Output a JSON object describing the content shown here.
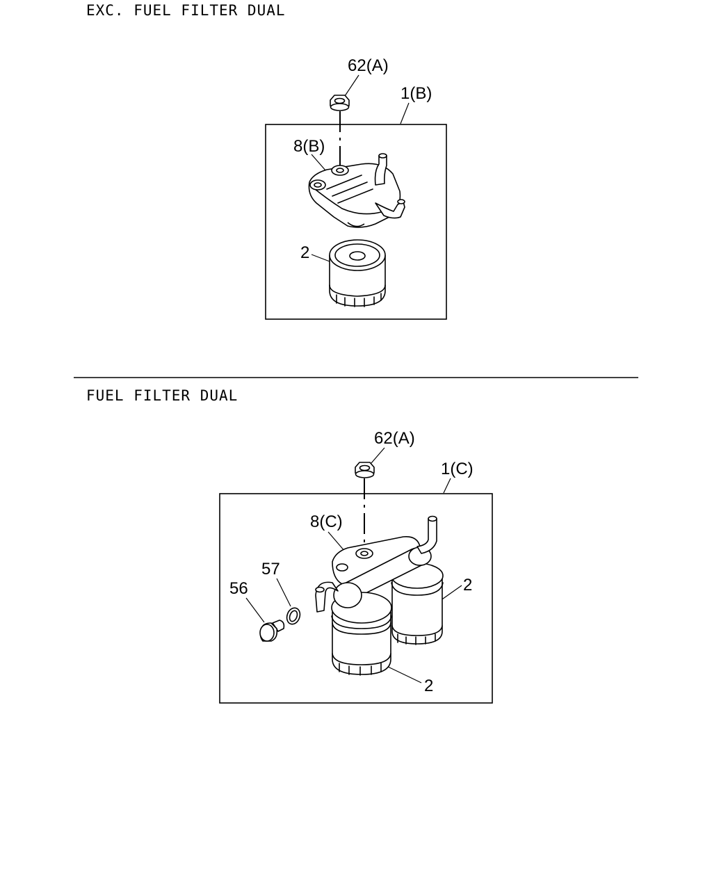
{
  "sections": [
    {
      "title": "EXC. FUEL FILTER DUAL",
      "callouts": [
        "62(A)",
        "1(B)",
        "8(B)",
        "2"
      ]
    },
    {
      "title": "FUEL FILTER DUAL",
      "callouts": [
        "62(A)",
        "1(C)",
        "8(C)",
        "57",
        "56",
        "2",
        "2"
      ]
    }
  ]
}
